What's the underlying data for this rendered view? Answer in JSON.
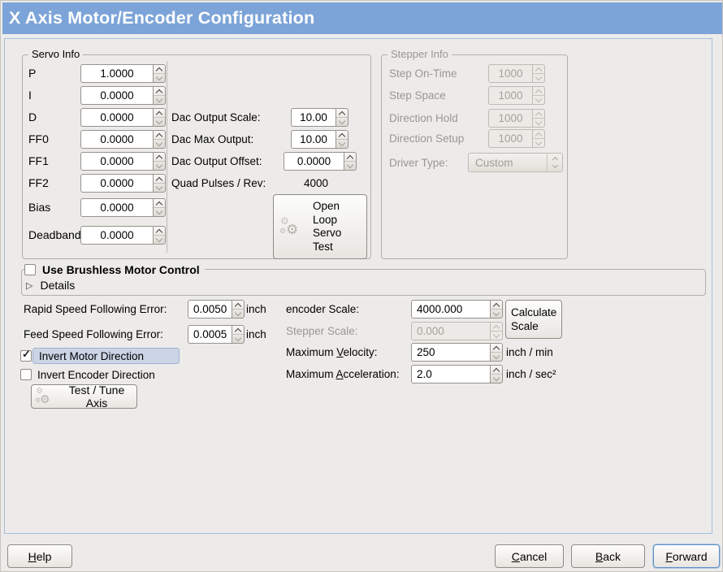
{
  "title": "X Axis Motor/Encoder Configuration",
  "icons": {
    "gears": "⚙",
    "expander_collapsed": "▷",
    "check": "✓"
  },
  "colors": {
    "title_bar": "#7CA4D8",
    "window_bg": "#EDEBE9",
    "panel_border": "#A6BEDC",
    "focus_highlight": "#CBD5E5",
    "focus_highlight_border": "#9FB4D2"
  },
  "servo_info": {
    "legend": "Servo Info",
    "pid_rows": [
      {
        "label": "P",
        "value": "1.0000"
      },
      {
        "label": "I",
        "value": "0.0000"
      },
      {
        "label": "D",
        "value": "0.0000"
      },
      {
        "label": "FF0",
        "value": "0.0000"
      },
      {
        "label": "FF1",
        "value": "0.0000"
      },
      {
        "label": "FF2",
        "value": "0.0000"
      },
      {
        "label": "Bias",
        "value": "0.0000"
      },
      {
        "label": "Deadband",
        "value": "0.0000"
      }
    ],
    "dac_scale_label": "Dac Output Scale:",
    "dac_scale_value": "10.00",
    "dac_max_label": "Dac Max Output:",
    "dac_max_value": "10.00",
    "dac_offset_label": "Dac Output Offset:",
    "dac_offset_value": "0.0000",
    "quad_pulses_label": "Quad Pulses / Rev:",
    "quad_pulses_value": "4000",
    "open_loop_lines": [
      "Open",
      "Loop",
      "Servo",
      "Test"
    ]
  },
  "stepper_info": {
    "legend": "Stepper Info",
    "rows": [
      {
        "label": "Step On-Time",
        "value": "1000"
      },
      {
        "label": "Step Space",
        "value": "1000"
      },
      {
        "label": "Direction Hold",
        "value": "1000"
      },
      {
        "label": "Direction Setup",
        "value": "1000"
      }
    ],
    "driver_type_label": "Driver Type:",
    "driver_type_value": "Custom"
  },
  "brushless": {
    "checkbox_label": "Use Brushless Motor Control",
    "details_label": "Details"
  },
  "following": {
    "rapid_label": "Rapid Speed Following Error:",
    "rapid_value": "0.0050",
    "rapid_unit": "inch",
    "feed_label": "Feed Speed Following Error:",
    "feed_value": "0.0005",
    "feed_unit": "inch"
  },
  "scales": {
    "encoder_label": "encoder Scale:",
    "encoder_value": "4000.000",
    "stepper_label": "Stepper Scale:",
    "stepper_value": "0.000",
    "calculate_lines": [
      "Calculate",
      "Scale"
    ],
    "velocity_label": {
      "pre": "Maximum ",
      "key": "V",
      "post": "elocity:"
    },
    "velocity_value": "250",
    "velocity_unit": "inch / min",
    "accel_label": {
      "pre": "Maximum ",
      "key": "A",
      "post": "cceleration:"
    },
    "accel_value": "2.0",
    "accel_unit": "inch / sec²"
  },
  "inverts": {
    "motor_label": "Invert Motor Direction",
    "encoder_label": "Invert Encoder Direction",
    "test_tune_label": "Test / Tune Axis"
  },
  "footer": {
    "help": {
      "pre": "",
      "key": "H",
      "post": "elp"
    },
    "cancel": {
      "pre": "",
      "key": "C",
      "post": "ancel"
    },
    "back": {
      "pre": "",
      "key": "B",
      "post": "ack"
    },
    "forward": {
      "pre": "",
      "key": "F",
      "post": "orward"
    }
  }
}
